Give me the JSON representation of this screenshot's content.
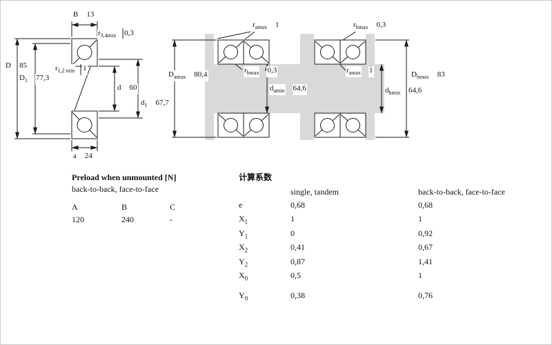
{
  "drawing": {
    "left": {
      "B": {
        "main": "B",
        "sub": "",
        "value": "13"
      },
      "r34": {
        "main": "r",
        "sub": "3,4min",
        "value": "0,3"
      },
      "D": {
        "main": "D",
        "sub": "",
        "value": "85"
      },
      "r12": {
        "main": "r",
        "sub": "1,2 min",
        "value": "1"
      },
      "D1": {
        "main": "D",
        "sub": "1",
        "value": "77,3"
      },
      "d": {
        "main": "d",
        "sub": "",
        "value": "60"
      },
      "d1": {
        "main": "d",
        "sub": "1",
        "value": "67,7"
      },
      "a": {
        "main": "a",
        "sub": "",
        "value": "24"
      }
    },
    "middle": {
      "ramax": {
        "main": "r",
        "sub": "amax",
        "value": "1"
      },
      "Damax": {
        "main": "D",
        "sub": "amax",
        "value": "80,4"
      },
      "rbmax": {
        "main": "r",
        "sub": "bmax",
        "value": "0,3"
      },
      "damin": {
        "main": "d",
        "sub": "amin",
        "value": "64,6"
      }
    },
    "right": {
      "rbmax": {
        "main": "r",
        "sub": "bmax",
        "value": "0,3"
      },
      "ramax": {
        "main": "r",
        "sub": "amax",
        "value": "1"
      },
      "Dbmax": {
        "main": "D",
        "sub": "bmax",
        "value": "83"
      },
      "dbmin": {
        "main": "d",
        "sub": "bmin",
        "value": "64,6"
      }
    }
  },
  "preload_table": {
    "title": "Preload when unmounted [N]",
    "subtitle": "back-to-back, face-to-face",
    "columns": [
      "A",
      "B",
      "C"
    ],
    "values": [
      "120",
      "240",
      "-"
    ]
  },
  "factor_table": {
    "title": "计算系数",
    "columns": [
      "single, tandem",
      "back-to-back, face-to-face"
    ],
    "rows": [
      {
        "main": "e",
        "sub": "",
        "v1": "0,68",
        "v2": "0,68"
      },
      {
        "main": "X",
        "sub": "1",
        "v1": "1",
        "v2": "1"
      },
      {
        "main": "Y",
        "sub": "1",
        "v1": "0",
        "v2": "0,92"
      },
      {
        "main": "X",
        "sub": "2",
        "v1": "0,41",
        "v2": "0,67"
      },
      {
        "main": "Y",
        "sub": "2",
        "v1": "0,87",
        "v2": "1,41"
      },
      {
        "main": "X",
        "sub": "0",
        "v1": "0,5",
        "v2": "1"
      },
      {
        "main": "Y",
        "sub": "0",
        "v1": "0,38",
        "v2": "0,76"
      }
    ]
  }
}
